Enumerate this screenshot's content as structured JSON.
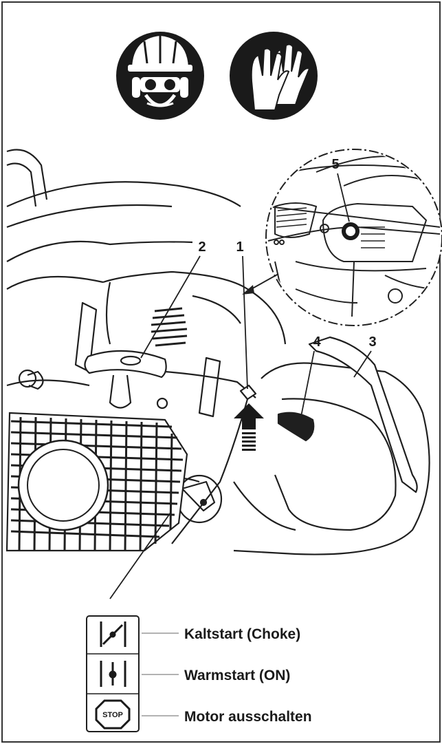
{
  "callouts": {
    "c1": "1",
    "c2": "2",
    "c3": "3",
    "c4": "4",
    "c5": "5"
  },
  "legend": {
    "choke_label": "Kaltstart (Choke)",
    "on_label": "Warmstart (ON)",
    "stop_label": "Motor ausschalten",
    "stop_symbol_text": "STOP"
  },
  "icons": {
    "helmet": "helmet-goggles-earmuffs-icon",
    "gloves": "gloves-icon"
  },
  "colors": {
    "ink": "#1a1a1a",
    "paper": "#ffffff",
    "line": "#888888"
  }
}
